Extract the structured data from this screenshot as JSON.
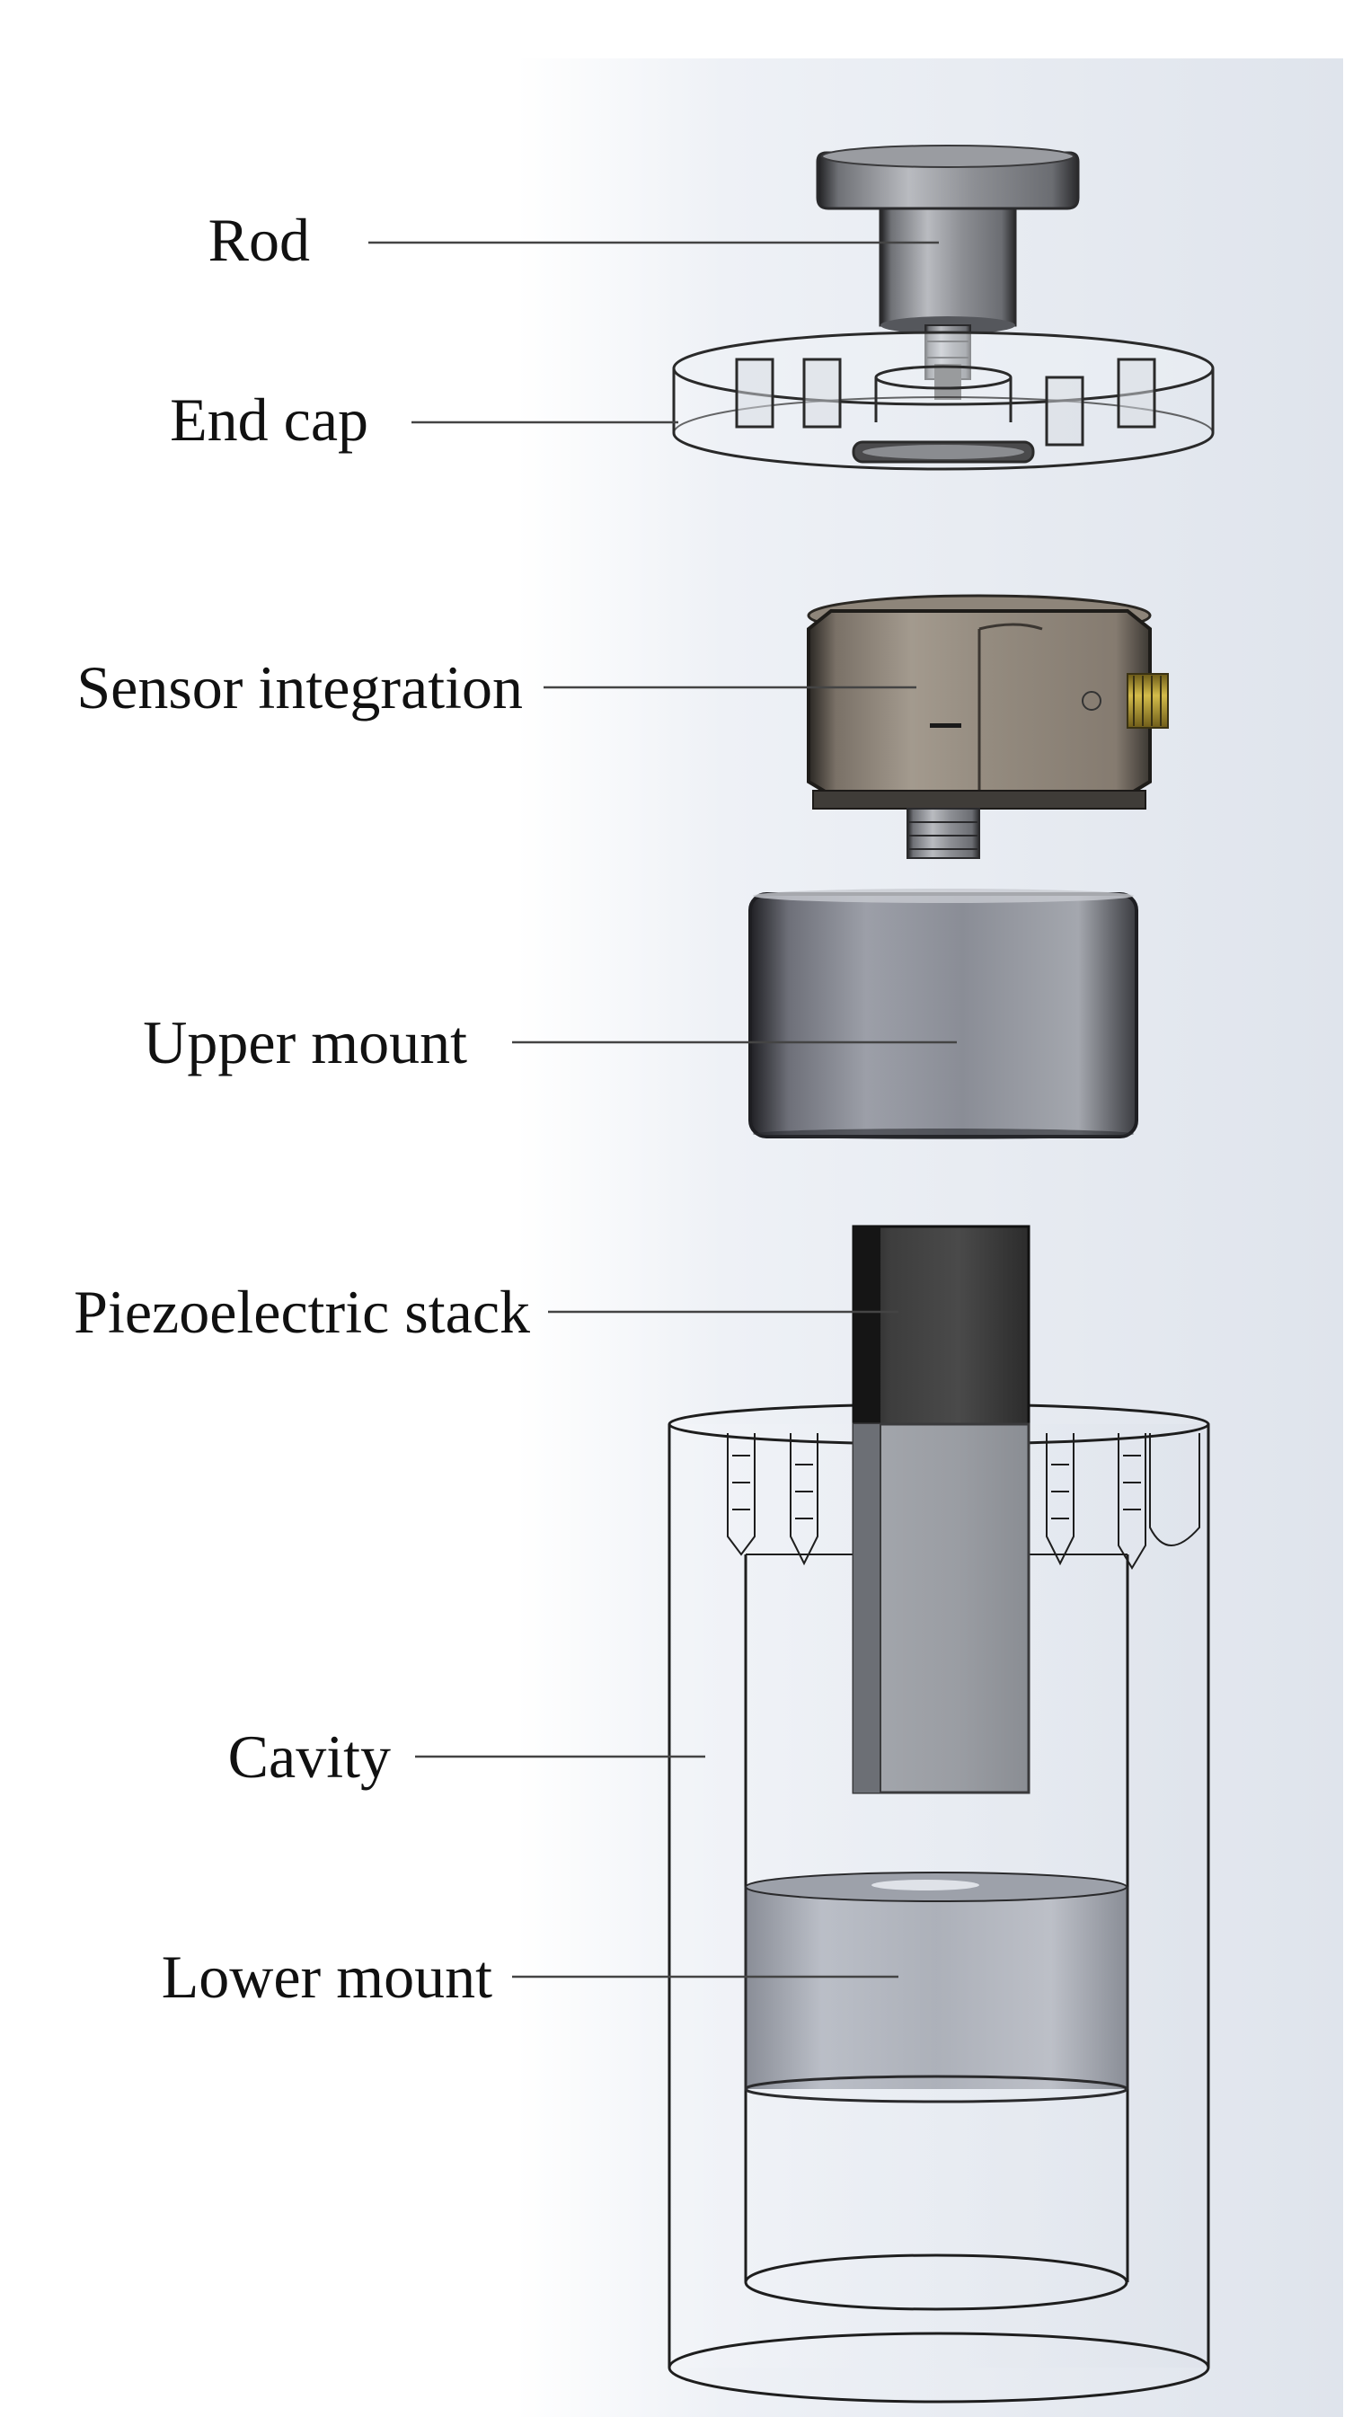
{
  "labels": {
    "rod": "Rod",
    "end_cap": "End cap",
    "sensor_integration": "Sensor integration",
    "upper_mount": "Upper mount",
    "piezoelectric_stack": "Piezoelectric stack",
    "cavity": "Cavity",
    "lower_mount": "Lower mount"
  },
  "colors": {
    "background_panel": "#e6eaf1",
    "metal_gray": "#8d8f93",
    "dark_metal": "#3a3a3a",
    "sensor_body": "#948b7f",
    "connector_gold": "#b59a2a",
    "transparent_outline": "#2a2a2a",
    "leader_line": "#444444"
  }
}
